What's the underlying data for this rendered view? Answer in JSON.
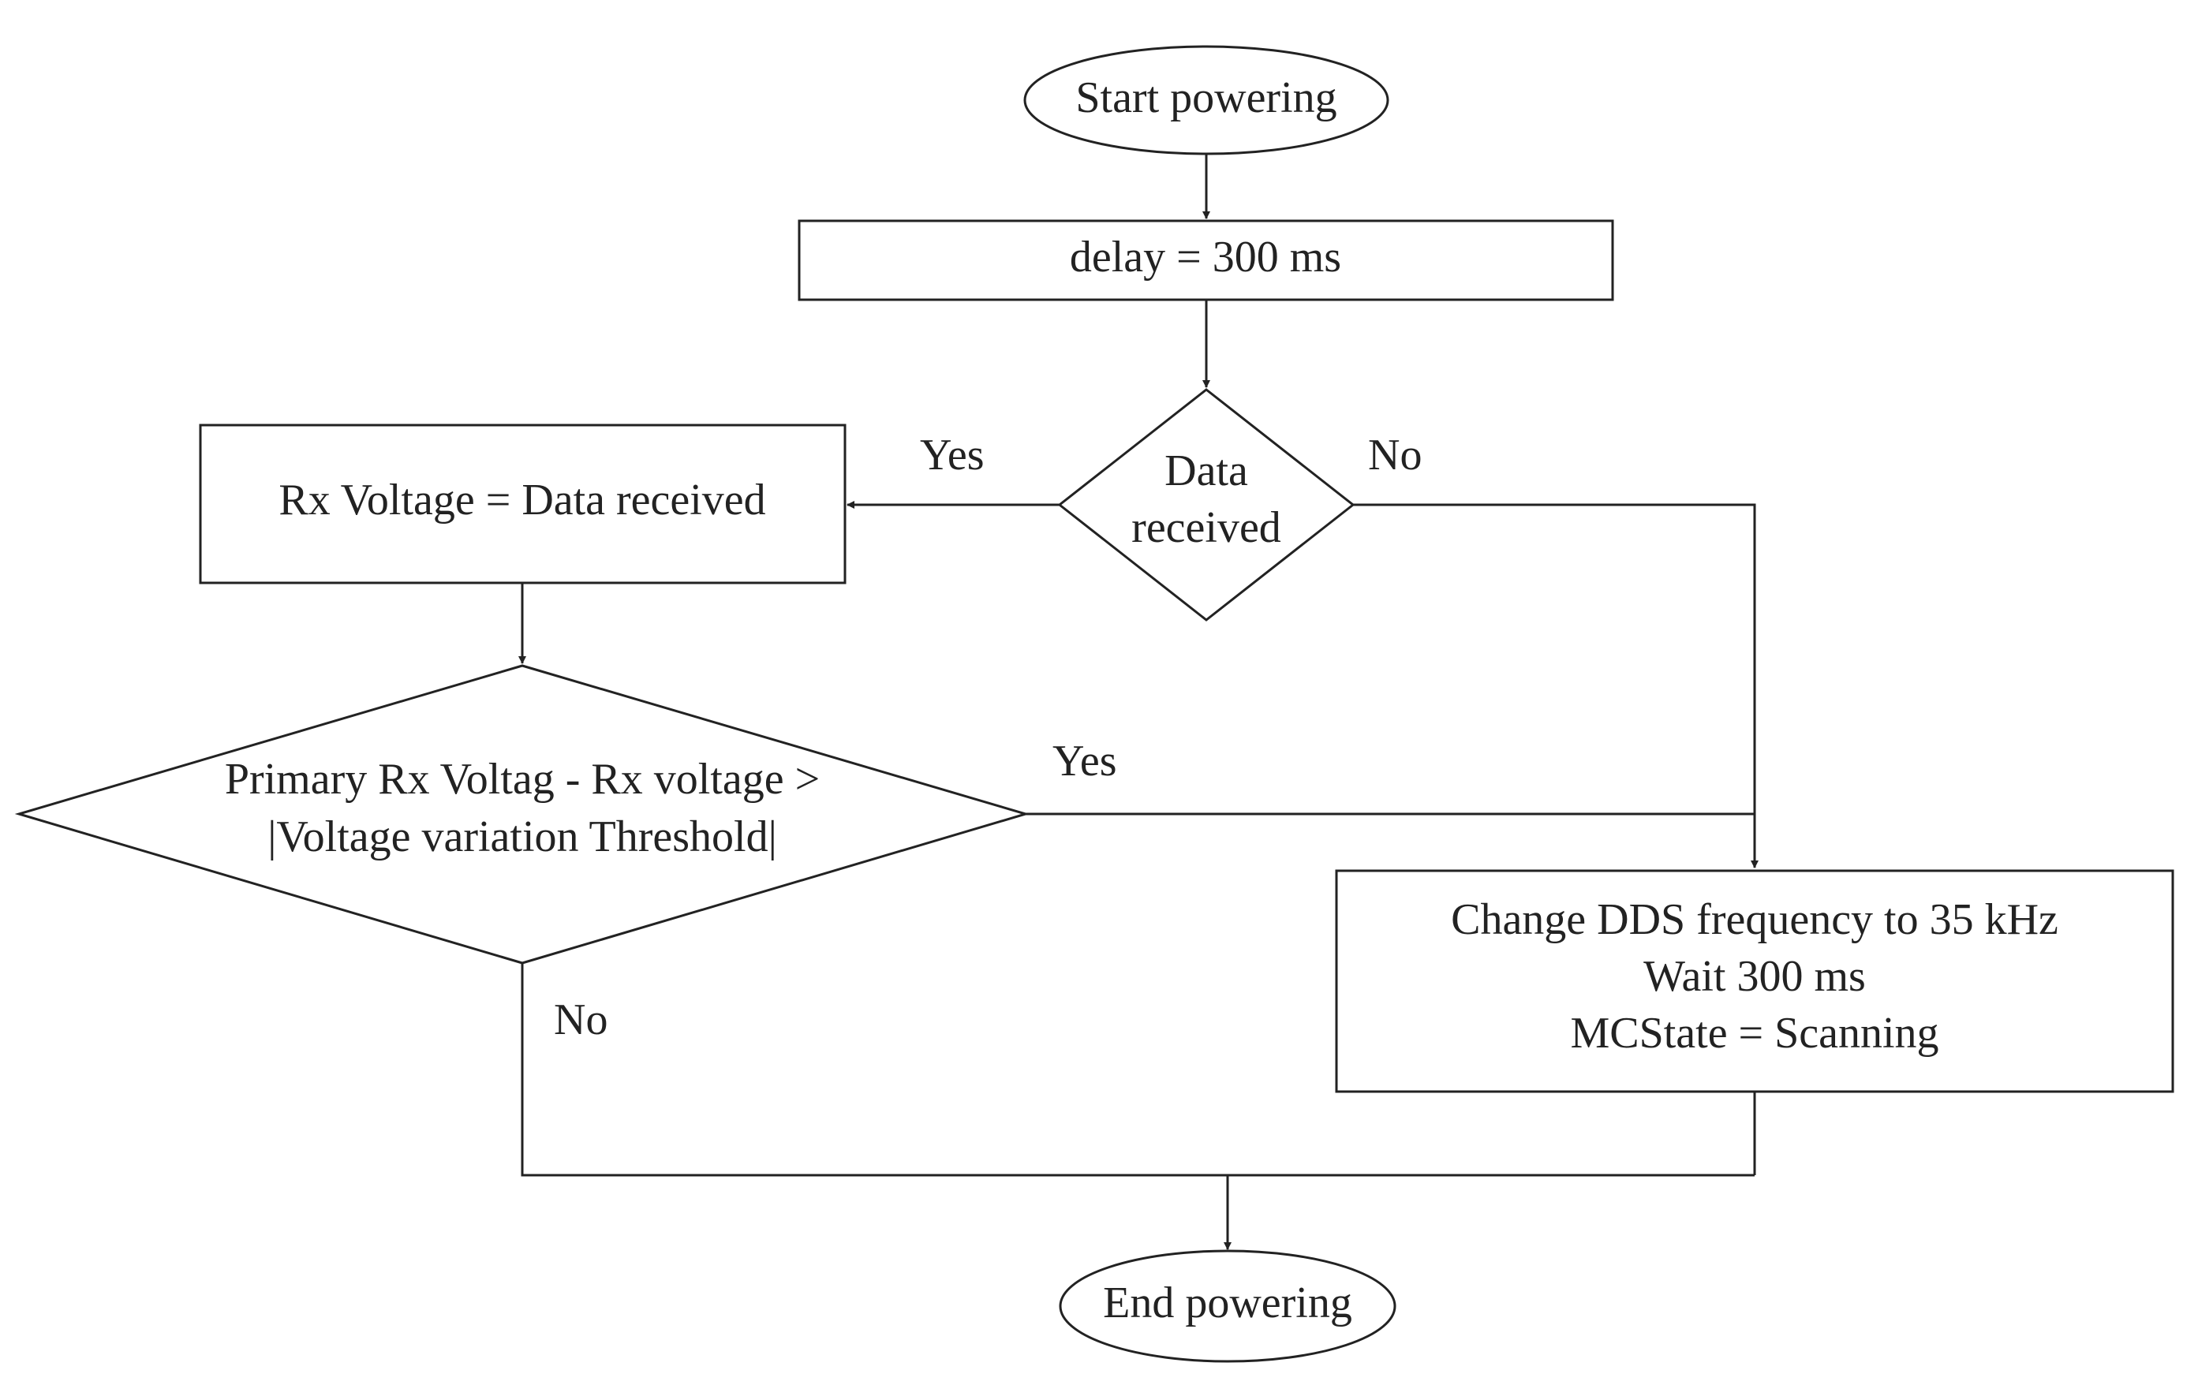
{
  "nodes": {
    "start": "Start powering",
    "delay": "delay = 300 ms",
    "data_received": [
      "Data",
      "received"
    ],
    "rx_voltage": "Rx Voltage = Data received",
    "voltage_check": [
      "Primary Rx Voltag - Rx voltage >",
      "|Voltage variation Threshold|"
    ],
    "change_dds": [
      "Change DDS frequency to 35 kHz",
      "Wait 300 ms",
      "MCState = Scanning"
    ],
    "end": "End powering"
  },
  "edges": {
    "data_received_yes": "Yes",
    "data_received_no": "No",
    "voltage_check_yes": "Yes",
    "voltage_check_no": "No"
  }
}
